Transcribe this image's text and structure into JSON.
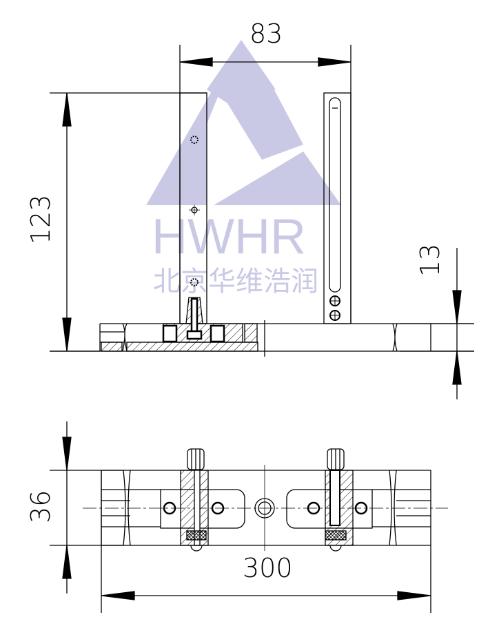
{
  "drawing": {
    "dimensions": {
      "width_top": "83",
      "height_left": "123",
      "base_thickness": "13",
      "bottom_height": "36",
      "total_length": "300"
    },
    "watermark": {
      "logo_text": "HWHR",
      "company_cn": "北京华维浩润",
      "color": "#c9c9e6"
    },
    "line_color": "#000000"
  }
}
